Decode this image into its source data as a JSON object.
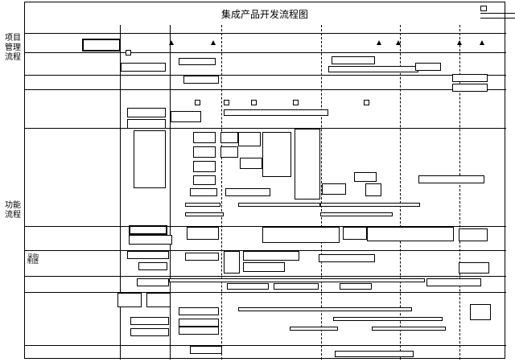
{
  "diagram": {
    "title": "集成产品开发流程图",
    "side_labels": {
      "project_management": "项目管理流程",
      "functional": "功能流程"
    },
    "function_sections": [
      "采购",
      "制造"
    ]
  }
}
